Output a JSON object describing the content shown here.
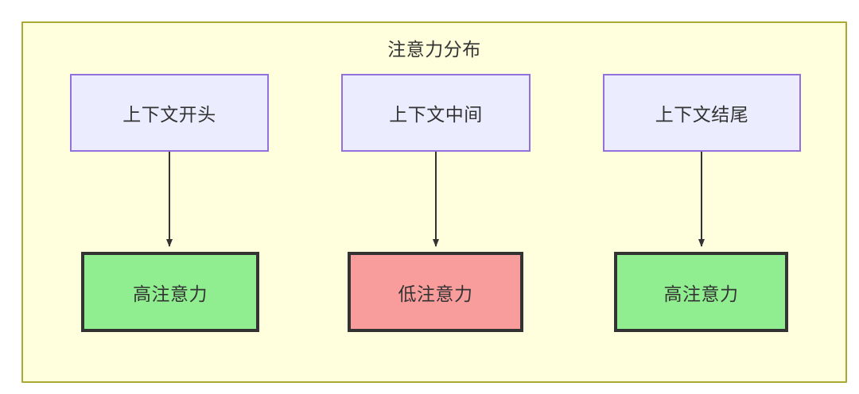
{
  "diagram": {
    "title": "注意力分布",
    "container": {
      "fill": "#FFFFDD",
      "stroke": "#AAAA33"
    },
    "palette": {
      "context_fill": "#ECECFF",
      "context_stroke": "#9370DB",
      "high_fill": "#90EE90",
      "low_fill": "#F89C9C",
      "node_stroke": "#333333",
      "edge_color": "#333333",
      "text_color": "#333333"
    },
    "columns": [
      {
        "id": "start",
        "source_label": "上下文开头",
        "target_label": "高注意力",
        "target_state": "high"
      },
      {
        "id": "middle",
        "source_label": "上下文中间",
        "target_label": "低注意力",
        "target_state": "low"
      },
      {
        "id": "end",
        "source_label": "上下文结尾",
        "target_label": "高注意力",
        "target_state": "high"
      }
    ]
  }
}
